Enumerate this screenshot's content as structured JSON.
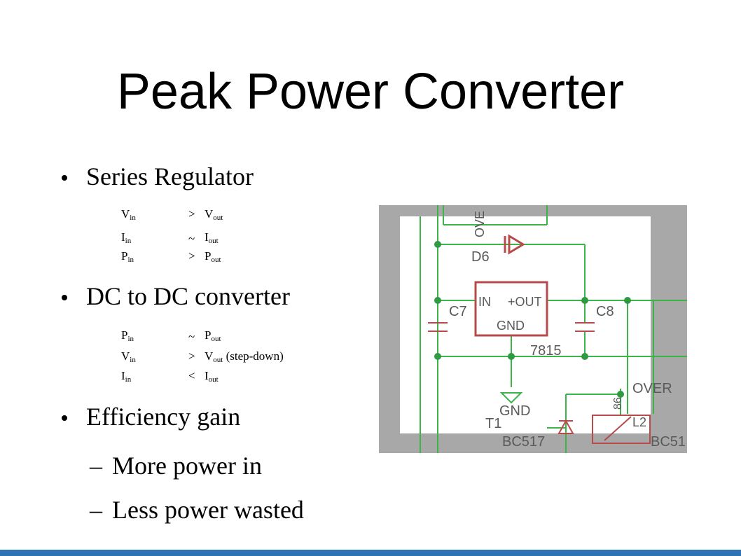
{
  "slide": {
    "title": "Peak Power Converter",
    "bullets": [
      {
        "text": "Series Regulator"
      },
      {
        "text": "DC to DC converter"
      },
      {
        "text": "Efficiency gain"
      }
    ],
    "series_rows": [
      {
        "lhs": "V",
        "lhs_sub": "in",
        "op": ">",
        "rhs": "V",
        "rhs_sub": "out",
        "note": ""
      },
      {
        "lhs": "I",
        "lhs_sub": "in",
        "op": "~",
        "rhs": "I",
        "rhs_sub": "out",
        "note": ""
      },
      {
        "lhs": "P",
        "lhs_sub": "in",
        "op": ">",
        "rhs": "P",
        "rhs_sub": "out",
        "note": ""
      }
    ],
    "dcdc_rows": [
      {
        "lhs": "P",
        "lhs_sub": "in",
        "op": "~",
        "rhs": "P",
        "rhs_sub": "out",
        "note": ""
      },
      {
        "lhs": "V",
        "lhs_sub": "in",
        "op": ">",
        "rhs": "V",
        "rhs_sub": "out",
        "note": " (step-down)"
      },
      {
        "lhs": "I",
        "lhs_sub": "in",
        "op": "<",
        "rhs": "I",
        "rhs_sub": "out",
        "note": ""
      }
    ],
    "efficiency_subs": [
      {
        "dash": "–",
        "text": "More power in"
      },
      {
        "dash": "–",
        "text": "Less power wasted"
      }
    ]
  },
  "schematic": {
    "labels": {
      "d6": "D6",
      "c7": "C7",
      "c8": "C8",
      "in": "IN",
      "out": "+OUT",
      "gnd_pin": "GND",
      "part": "7815",
      "gnd": "GND",
      "over": "OVER",
      "over_rot": "OVE",
      "t1": "T1",
      "bc517a": "BC517",
      "bc517b": "BC51",
      "l2": "L2",
      "n86": "86"
    },
    "colors": {
      "background": "#a8a8a8",
      "board": "#ffffff",
      "wire": "#3cb44a",
      "component": "#b84a4a",
      "junction": "#2f9a3f",
      "text": "#5a5a5a"
    }
  },
  "footer": {
    "color": "#2f73b7"
  }
}
